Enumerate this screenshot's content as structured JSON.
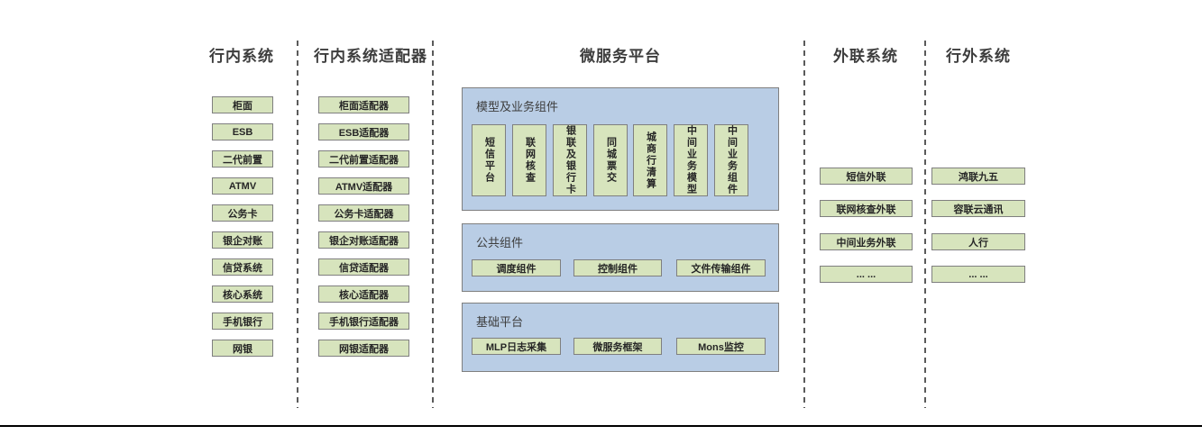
{
  "columns": {
    "internal": {
      "title": "行内系统",
      "items": [
        "柜面",
        "ESB",
        "二代前置",
        "ATMV",
        "公务卡",
        "银企对账",
        "信贷系统",
        "核心系统",
        "手机银行",
        "网银"
      ]
    },
    "adapters": {
      "title": "行内系统适配器",
      "items": [
        "柜面适配器",
        "ESB适配器",
        "二代前置适配器",
        "ATMV适配器",
        "公务卡适配器",
        "银企对账适配器",
        "信贷适配器",
        "核心适配器",
        "手机银行适配器",
        "网银适配器"
      ]
    },
    "platform": {
      "title": "微服务平台",
      "sections": [
        {
          "title": "模型及业务组件",
          "items": [
            "短信平台",
            "联网核查",
            "银联及银行卡",
            "同城票交",
            "城商行清算",
            "中间业务模型",
            "中间业务组件"
          ]
        },
        {
          "title": "公共组件",
          "items": [
            "调度组件",
            "控制组件",
            "文件传输组件"
          ]
        },
        {
          "title": "基础平台",
          "items": [
            "MLP日志采集",
            "微服务框架",
            "Mons监控"
          ]
        }
      ]
    },
    "outreach": {
      "title": "外联系统",
      "items": [
        "短信外联",
        "联网核查外联",
        "中间业务外联",
        "... ..."
      ]
    },
    "external": {
      "title": "行外系统",
      "items": [
        "鸿联九五",
        "容联云通讯",
        "人行",
        "... ..."
      ]
    }
  },
  "colors": {
    "node_fill": "#d7e4bd",
    "node_border": "#7f7f7f",
    "panel_fill": "#b9cde5",
    "panel_border": "#7f7f7f",
    "divider": "#5a5a5a",
    "title_text": "#3d3d3d",
    "baseline": "#000000"
  }
}
